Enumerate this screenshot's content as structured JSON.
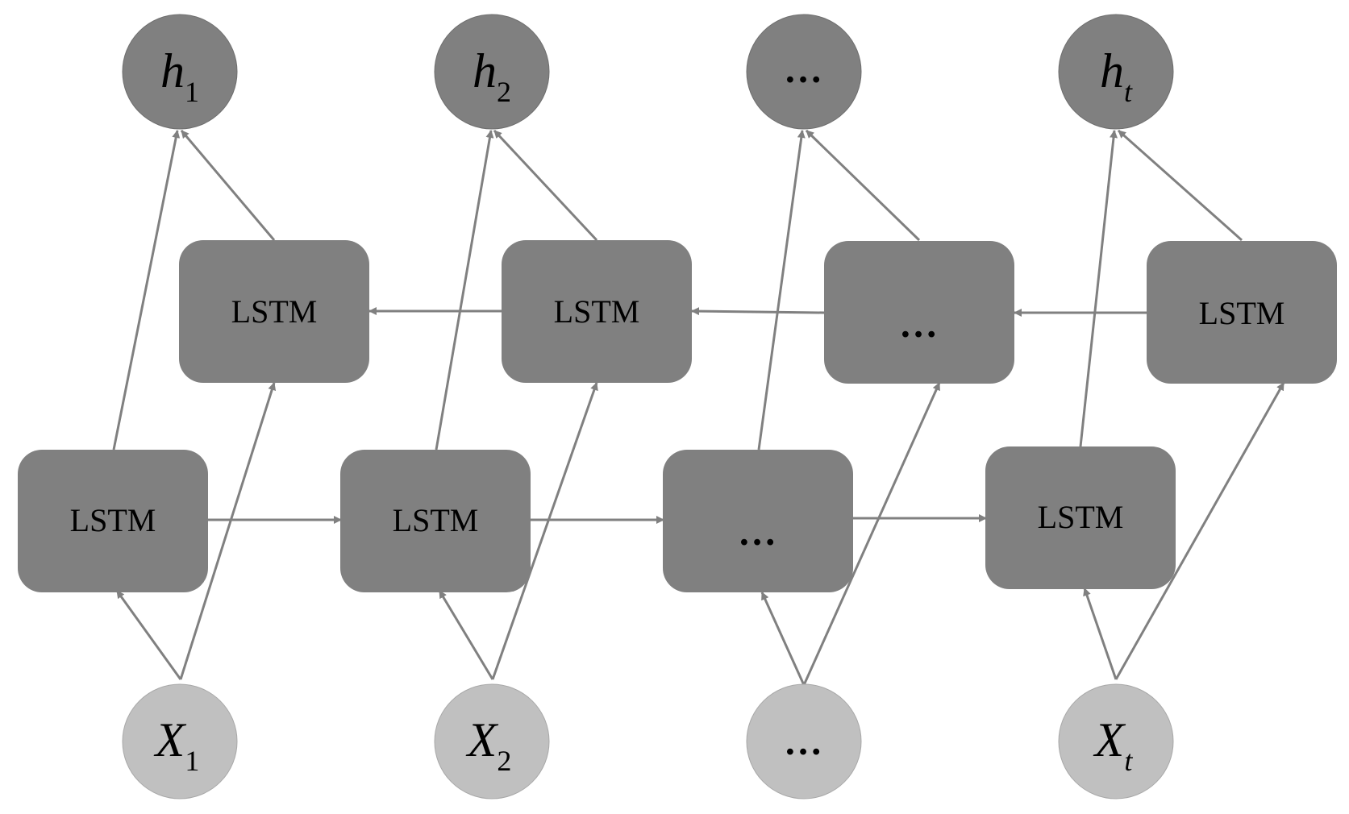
{
  "colors": {
    "box_fill": "#808080",
    "output_node_fill": "#808080",
    "input_node_fill": "#c0c0c0",
    "arrow": "#808080",
    "text": "#000000"
  },
  "outputs": [
    {
      "base": "h",
      "sub": "1"
    },
    {
      "base": "h",
      "sub": "2"
    },
    {
      "text": "…"
    },
    {
      "base": "h",
      "sub": "t"
    }
  ],
  "inputs": [
    {
      "base": "X",
      "sub": "1"
    },
    {
      "base": "X",
      "sub": "2"
    },
    {
      "text": "…"
    },
    {
      "base": "X",
      "sub": "t"
    }
  ],
  "backward_layer": [
    "LSTM",
    "LSTM",
    "…",
    "LSTM"
  ],
  "forward_layer": [
    "LSTM",
    "LSTM",
    "…",
    "LSTM"
  ]
}
